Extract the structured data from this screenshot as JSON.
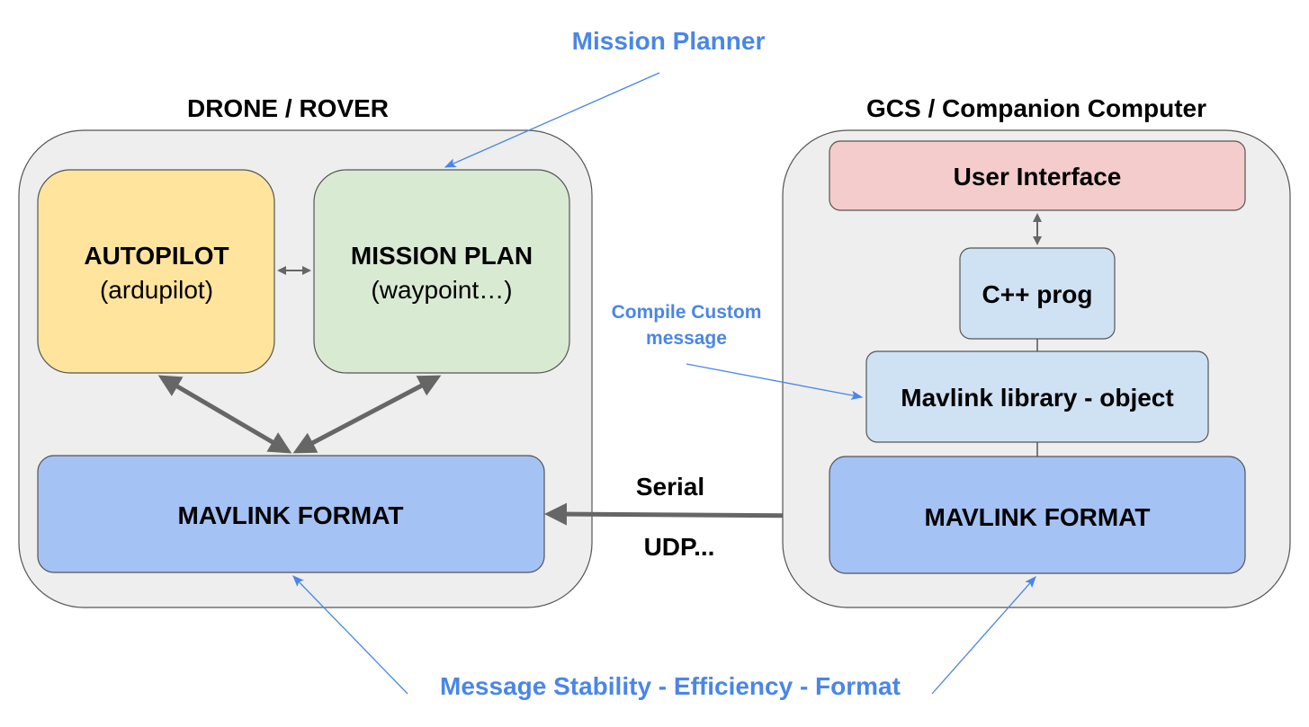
{
  "colors": {
    "container_fill": "#eeeeee",
    "container_stroke": "#555555",
    "autopilot_fill": "#fee49d",
    "mission_plan_fill": "#d9ead3",
    "user_interface_fill": "#f4cccc",
    "light_blue_fill": "#cfe2f3",
    "mavlink_fill": "#a4c2f4",
    "annotation_blue": "#4a86e8",
    "arrow_gray": "#666666",
    "text_dark": "#000000"
  },
  "annotations": {
    "mission_planner": "Mission Planner",
    "compile_custom_line1": "Compile Custom",
    "compile_custom_line2": "message",
    "message_stability": "Message Stability - Efficiency - Format"
  },
  "drone": {
    "title": "DRONE / ROVER",
    "autopilot_title": "AUTOPILOT",
    "autopilot_subtitle": "(ardupilot)",
    "mission_plan_title": "MISSION PLAN",
    "mission_plan_subtitle": "(waypoint…)",
    "mavlink": "MAVLINK FORMAT"
  },
  "link": {
    "serial": "Serial",
    "udp": "UDP..."
  },
  "gcs": {
    "title": "GCS / Companion Computer",
    "user_interface": "User Interface",
    "cpp_prog": "C++ prog",
    "mavlink_library": "Mavlink library - object",
    "mavlink": "MAVLINK FORMAT"
  }
}
